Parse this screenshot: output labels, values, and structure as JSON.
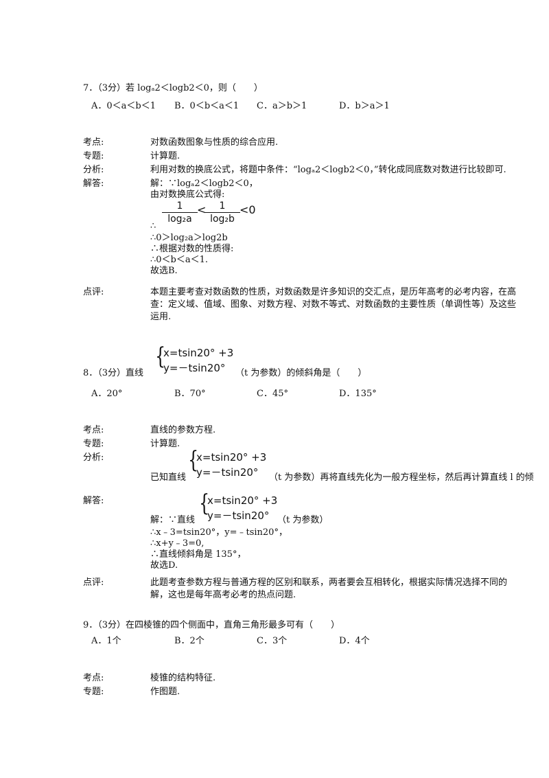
{
  "q7": {
    "stem": "7．（3分）若 logₐ2＜logb2＜0，则（　　）",
    "opts": [
      "A．0＜a＜b＜1",
      "B．0＜b＜a＜1",
      "C．a＞b＞1",
      "D．b＞a＞1"
    ],
    "kaodian_label": "考点:",
    "kaodian": "对数函数图象与性质的综合应用.",
    "zhuanti_label": "专题:",
    "zhuanti": "计算题.",
    "fenxi_label": "分析:",
    "fenxi": "利用对数的换底公式，将题中条件：“logₐ2＜logb2＜0，”转化成同底数对数进行比较即可.",
    "jieda_label": "解答:",
    "jd1": "解：∵logₐ2＜logb2＜0，",
    "jd2": "由对数换底公式得:",
    "frac1_num": "1",
    "frac1_den": "log₂a",
    "lt": "<",
    "frac2_num": "1",
    "frac2_den": "log₂b",
    "lt0": "<0",
    "therefore": "∴",
    "jd4": "∴0＞log₂a＞log2b",
    "jd5": "∴根据对数的性质得:",
    "jd6": "∴0＜b＜a＜1.",
    "jd7": "故选B.",
    "dianping_label": "点评:",
    "dp1": "本题主要考查对数函数的性质，对数函数是许多知识的交汇点，是历年高考的必考内容，在高",
    "dp2": "查：定义域、值域、图象、对数方程、对数不等式、对数函数的主要性质（单调性等）及这些",
    "dp3": "运用."
  },
  "q8": {
    "eq1": "x=tsin20° +3",
    "eq2": "y=－tsin20°",
    "stem_a": "8．（3分）直线",
    "stem_b": "（t 为参数）的倾斜角是（　　）",
    "opts": [
      "A．20°",
      "B．70°",
      "C．45°",
      "D．135°"
    ],
    "kaodian_label": "考点:",
    "kaodian": "直线的参数方程.",
    "zhuanti_label": "专题:",
    "zhuanti": "计算题.",
    "fenxi_label": "分析:",
    "fenxi_a": "已知直线",
    "fenxi_b": "（t 为参数）再将直线先化为一般方程坐标，然后再计算直线 l 的倾",
    "jieda_label": "解答:",
    "jd_a": "解：∵直线",
    "jd_b": "（t 为参数）",
    "jd2": "∴x﹣3=tsin20°，y=﹣tsin20°，",
    "jd3": "∴x+y﹣3=0,",
    "jd4": "∴直线倾斜角是 135°，",
    "jd5": "故选D.",
    "dianping_label": "点评:",
    "dp1": "此题考查参数方程与普通方程的区别和联系，两者要会互相转化，根据实际情况选择不同的",
    "dp2": "解，这也是每年高考必考的热点问题."
  },
  "q9": {
    "stem": "9．（3分）在四棱锥的四个侧面中，直角三角形最多可有（　　）",
    "opts": [
      "A．1个",
      "B．2个",
      "C．3个",
      "D．4个"
    ],
    "kaodian_label": "考点:",
    "kaodian": "棱锥的结构特征.",
    "zhuanti_label": "专题:",
    "zhuanti": "作图题."
  }
}
